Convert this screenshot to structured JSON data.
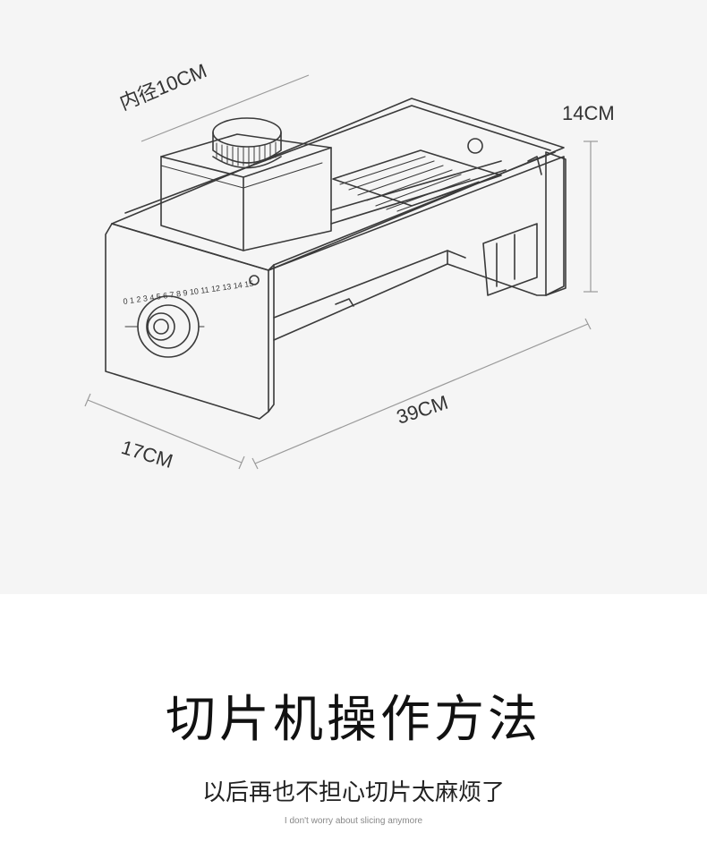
{
  "dimensions": {
    "inner_diameter": "内径10CM",
    "height": "14CM",
    "length": "39CM",
    "width": "17CM"
  },
  "dial_numbers": "0 1 2 3 4 5 6 7 8 9 10 11 12 13 14 15",
  "heading": {
    "title": "切片机操作方法",
    "subtitle": "以后再也不担心切片太麻烦了",
    "caption": "I don't worry about slicing anymore"
  }
}
